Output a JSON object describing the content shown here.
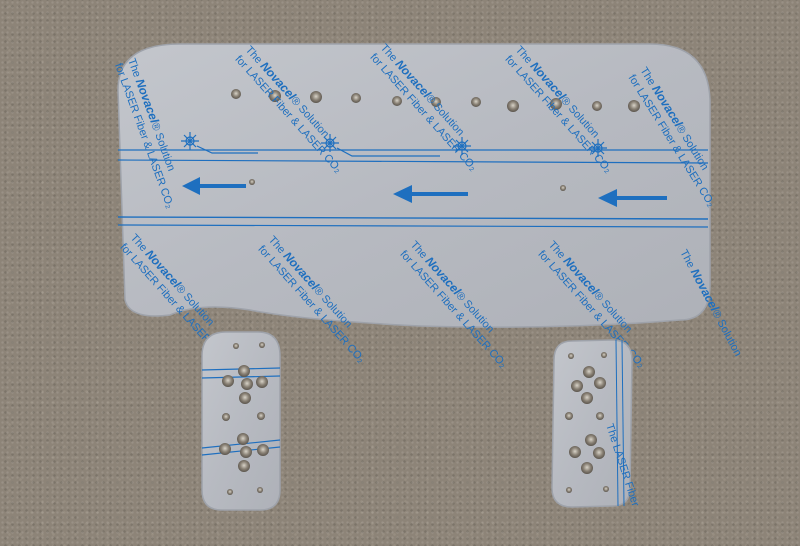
{
  "scene": {
    "description_free": true,
    "colors": {
      "carpet": "#8d8478",
      "sheet": "#b9bcc3",
      "sheet_edge": "#9ea2aa",
      "film_blue": "#1e6fbf",
      "hole_metal": "#7f7a72"
    }
  },
  "film_print": {
    "line1_prefix": "The ",
    "line1_brand": "Novacel",
    "line1_suffix": "® Solution",
    "line2": "for LASER Fiber & LASER CO₂",
    "short_small_part": "The LASER Fiber"
  },
  "icons": {
    "arrow": "left-arrow-icon",
    "laser": "laser-burst-icon"
  }
}
